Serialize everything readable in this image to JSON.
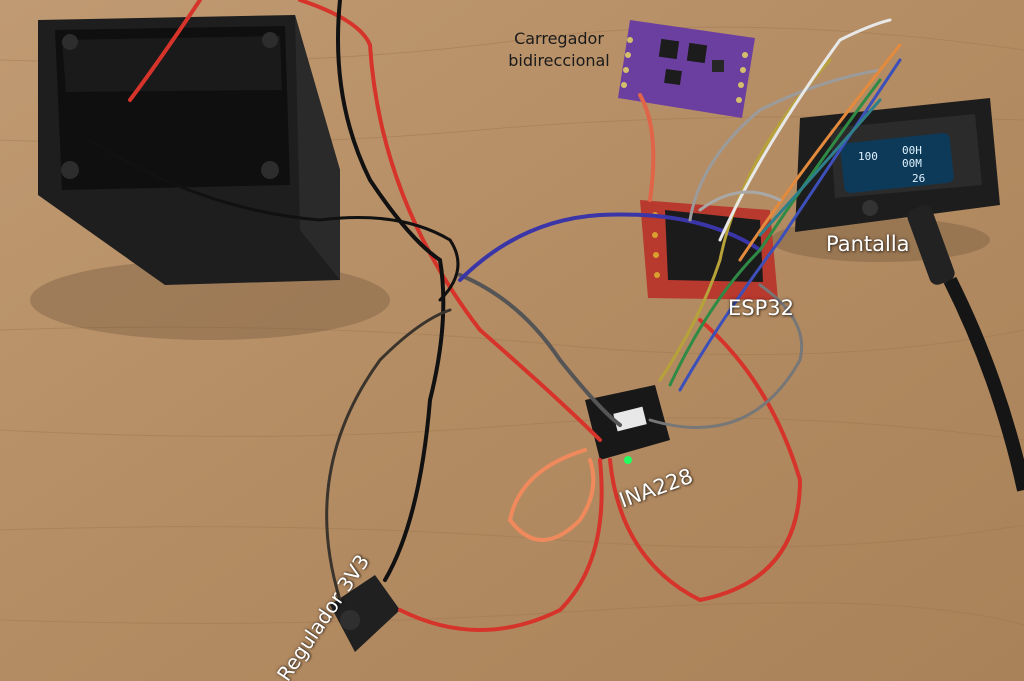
{
  "labels": {
    "charger_line1": "Carregador",
    "charger_line2": "bidireccional",
    "display": "Pantalla",
    "mcu": "ESP32",
    "current_sensor": "INA228",
    "regulator": "Regulador 3V3"
  },
  "screen": {
    "battery_pct": "100",
    "time_h": "00H",
    "time_m": "00M",
    "value": "26"
  }
}
